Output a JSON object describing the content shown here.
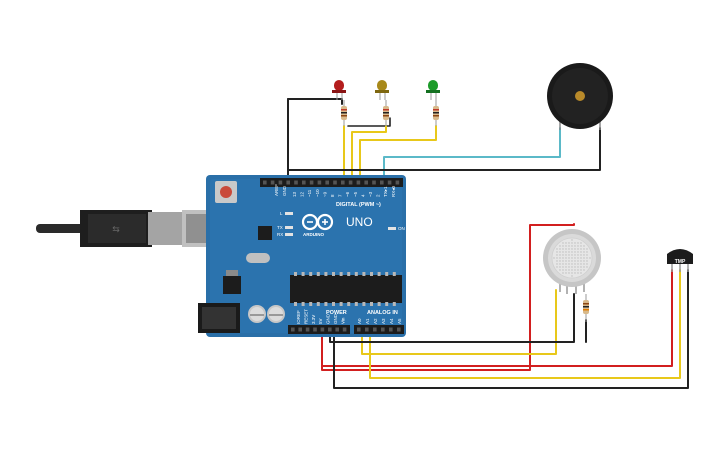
{
  "board": {
    "model_label": "UNO",
    "brand_label": "ARDUINO",
    "digital_header_label": "DIGITAL (PWM ~)",
    "power_label": "POWER",
    "analog_label": "ANALOG IN",
    "on_label": "ON",
    "tx_label": "TX",
    "rx_label": "RX",
    "l_label": "L",
    "aref_label": "AREF",
    "gnd_label": "GND",
    "digital_pins": [
      "13",
      "12",
      "~11",
      "~10",
      "~9",
      "8",
      "7",
      "~6",
      "~5",
      "4",
      "~3",
      "2",
      "TX▸1",
      "RX◂0"
    ],
    "power_pins": [
      "IOREF",
      "RESET",
      "3.3V",
      "5V",
      "GND",
      "GND",
      "Vin"
    ],
    "analog_pins": [
      "A0",
      "A1",
      "A2",
      "A3",
      "A4",
      "A5"
    ],
    "accent_color": "#2a6fa8"
  },
  "components": {
    "leds": [
      {
        "name": "red-led",
        "color": "#b41d1d"
      },
      {
        "name": "yellow-led",
        "color": "#a8891a"
      },
      {
        "name": "green-led",
        "color": "#1d9b2a"
      }
    ],
    "sensor_label": "TMP"
  },
  "wire_colors": {
    "black": "#222222",
    "yellow": "#e8c81a",
    "red": "#d21f1f",
    "cyan": "#5bb9c8"
  }
}
